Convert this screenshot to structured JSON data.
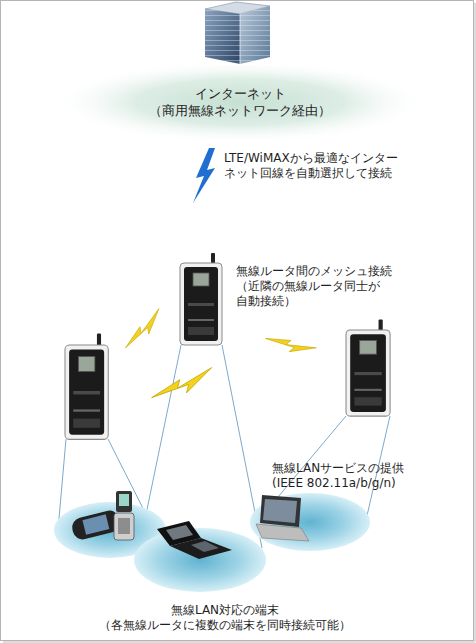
{
  "diagram": {
    "nodes": [
      {
        "text": [
          "インターネット （商用無線ネットワーク経由）"
        ]
      }
    ],
    "labels": [
      "LTE/WiMAXから最適なインター ネット回線を自動選択して接続",
      "無線ルータ間のメッシュ接続 （近隣の無線ルータ同士が 自動接続）",
      "無線LANサービスの提供 (IEEE 802.11a/b/g/n)",
      "無線LAN対応の端末 （各無線ルータに複数の端末を同時接続可能）"
    ]
  }
}
